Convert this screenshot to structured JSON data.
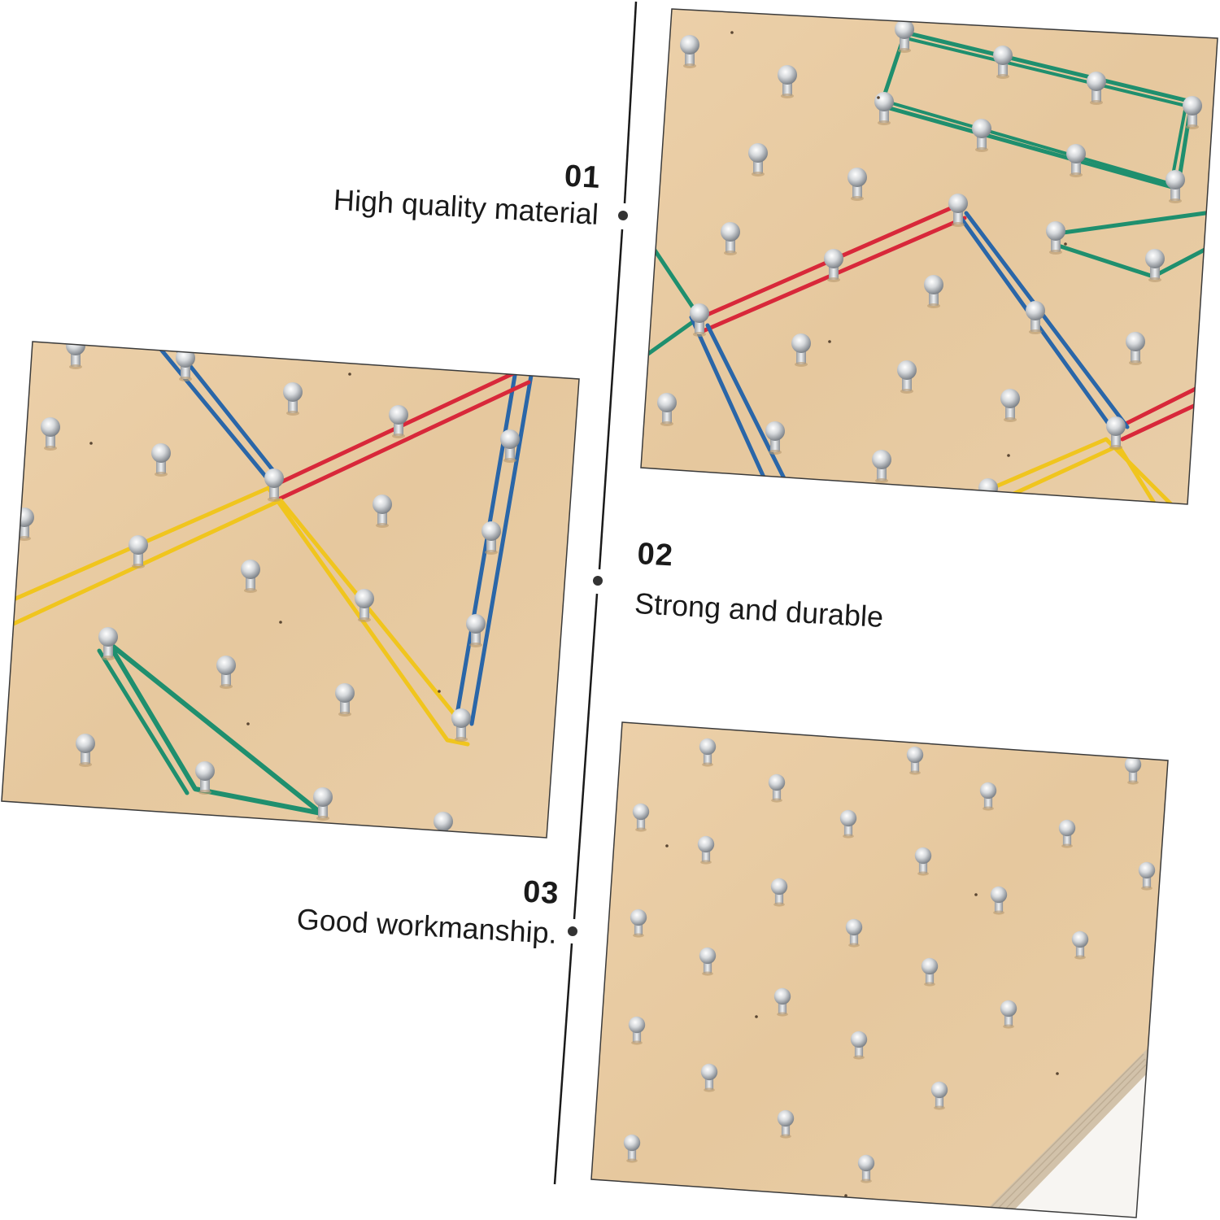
{
  "features": [
    {
      "number": "01",
      "label": "High quality material"
    },
    {
      "number": "02",
      "label": "Strong and durable"
    },
    {
      "number": "03",
      "label": "Good workmanship."
    }
  ],
  "photos": [
    {
      "subject": "geoboard-closeup-top",
      "bands": [
        "green",
        "red",
        "blue",
        "yellow"
      ]
    },
    {
      "subject": "geoboard-closeup-left",
      "bands": [
        "blue",
        "red",
        "yellow",
        "green"
      ]
    },
    {
      "subject": "geoboard-closeup-bottom",
      "bands": []
    }
  ],
  "colors": {
    "wood": "#e8cba3",
    "wood_dark": "#dcbd92",
    "peg": "#c9ccd0",
    "band_green": "#1f8f6e",
    "band_red": "#d8283a",
    "band_blue": "#2a66a8",
    "band_yellow": "#f0c51e",
    "line": "#1a1a1a"
  }
}
